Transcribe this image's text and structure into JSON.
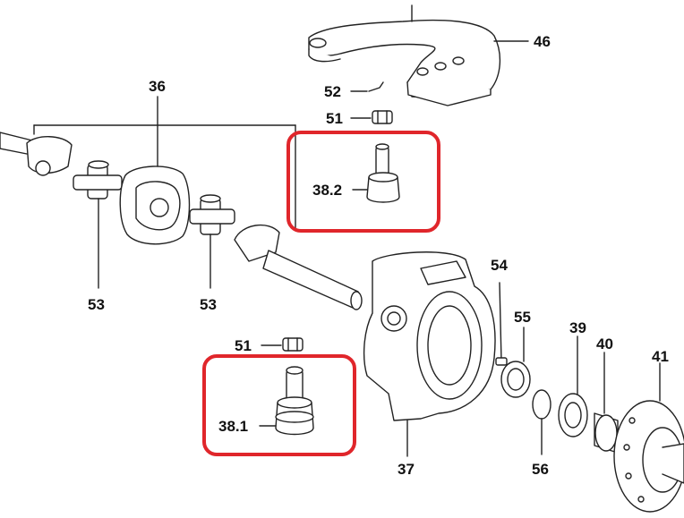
{
  "diagram": {
    "labels": {
      "p46": "46",
      "p52": "52",
      "p51_top": "51",
      "p36": "36",
      "p38_2": "38.2",
      "p54": "54",
      "p55": "55",
      "p39": "39",
      "p40": "40",
      "p41": "41",
      "p53_left": "53",
      "p53_mid": "53",
      "p51_bottom": "51",
      "p38_1": "38.1",
      "p37": "37",
      "p56": "56"
    },
    "highlight_color": "#e0262b",
    "line_color": "#222222"
  }
}
